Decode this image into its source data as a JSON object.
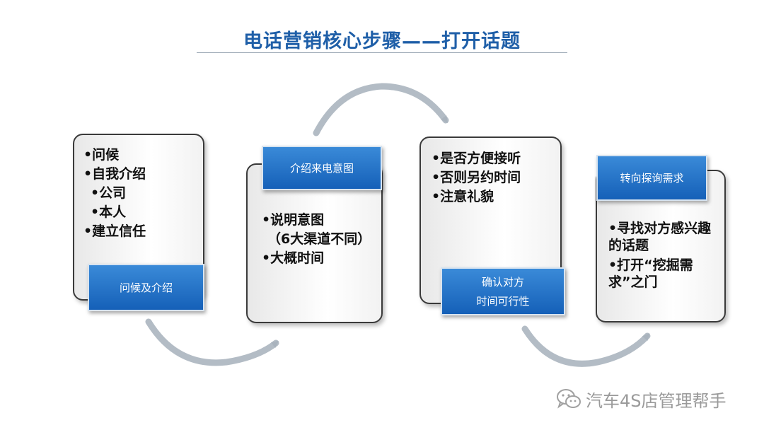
{
  "title": "电话营销核心步骤——打开话题",
  "steps": [
    {
      "label": "问候及介绍",
      "items": [
        "•问候",
        "•自我介绍",
        "•公司",
        "•本人",
        "•建立信任"
      ]
    },
    {
      "label": "介绍来电意图",
      "items": [
        "•说明意图",
        "（6大渠道不同）",
        "•大概时间"
      ]
    },
    {
      "label_lines": [
        "确认对方",
        "时间可行性"
      ],
      "items": [
        "•是否方便接听",
        "•否则另约时间",
        "•注意礼貌"
      ]
    },
    {
      "label": "转向探询需求",
      "items": [
        "•寻找对方感兴趣的话题",
        "•打开“挖掘需求”之门"
      ]
    }
  ],
  "watermark": {
    "text": "汽车4S店管理帮手",
    "icon": "wechat-icon"
  },
  "colors": {
    "title": "#1f5fa8",
    "label_bg": "#1a68bf",
    "arrow": "#a9b3bd"
  }
}
